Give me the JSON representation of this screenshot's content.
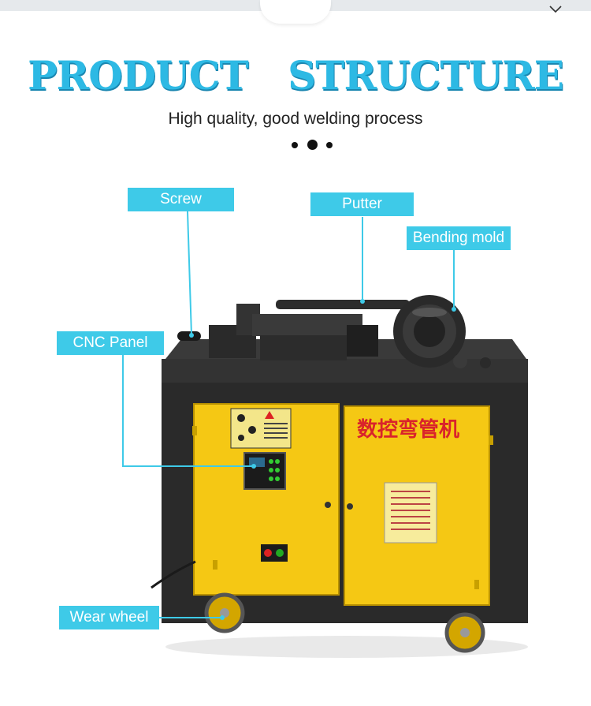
{
  "header": {
    "title": "PRODUCT STRUCTURE",
    "subtitle": "High quality, good welding process"
  },
  "labels": {
    "screw": "Screw",
    "putter": "Putter",
    "bending_mold": "Bending mold",
    "cnc_panel": "CNC Panel",
    "wear_wheel": "Wear wheel"
  },
  "machine": {
    "door_sign": "数控弯管机"
  },
  "colors": {
    "accent": "#3ecae8",
    "title": "#2db9e4",
    "body_yellow": "#f5c814",
    "frame": "#2a2a2a"
  }
}
